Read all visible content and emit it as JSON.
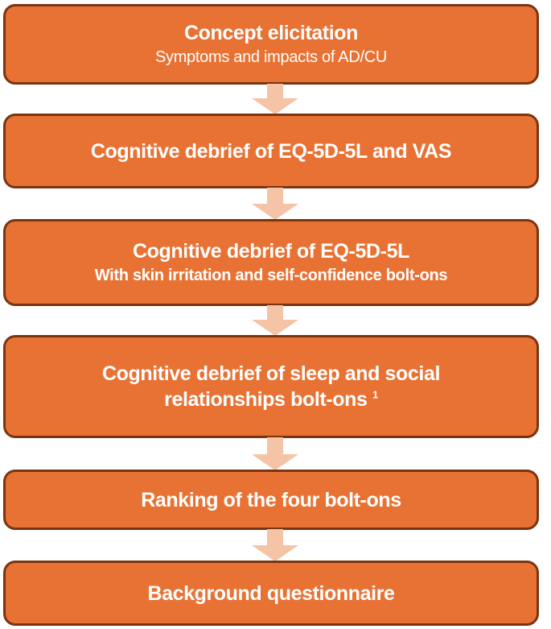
{
  "flowchart": {
    "steps": [
      {
        "title": "Concept elicitation",
        "subtitle": "Symptoms and impacts of AD/CU"
      },
      {
        "title": "Cognitive debrief of EQ-5D-5L and VAS"
      },
      {
        "title": "Cognitive debrief of EQ-5D-5L",
        "subtitle": "With skin irritation and self-confidence bolt-ons"
      },
      {
        "title_line1": "Cognitive debrief of sleep and social",
        "title_line2": "relationships bolt-ons",
        "footnote": "1"
      },
      {
        "title": "Ranking of the four bolt-ons"
      },
      {
        "title": "Background questionnaire"
      }
    ],
    "colors": {
      "box_fill": "#e87234",
      "box_border": "#7a3510",
      "arrow": "#f5c3a6",
      "text": "#ffffff"
    }
  }
}
